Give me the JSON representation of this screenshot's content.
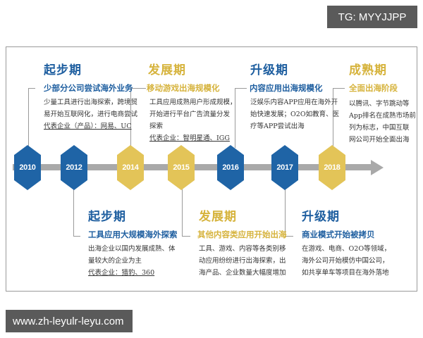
{
  "watermarks": {
    "top_right": "TG: MYYJJPP",
    "bottom_left": "www.zh-leyulr-leyu.com"
  },
  "colors": {
    "blue": "#1f64a6",
    "gold": "#e3c458",
    "timeline_bar": "#a9a9a9"
  },
  "timeline": {
    "years": [
      {
        "label": "2010",
        "color": "blue"
      },
      {
        "label": "2012",
        "color": "blue"
      },
      {
        "label": "2014",
        "color": "gold"
      },
      {
        "label": "2015",
        "color": "gold"
      },
      {
        "label": "2016",
        "color": "blue"
      },
      {
        "label": "2017",
        "color": "blue"
      },
      {
        "label": "2018",
        "color": "gold"
      }
    ]
  },
  "top_phases": [
    {
      "year": "2010",
      "title": "起步期",
      "subtitle": "少部分公司尝试海外业务",
      "lines": [
        "少量工具进行出海探索，跨境贸",
        "易开始互联网化，进行电商尝试"
      ],
      "representative": "代表企业（产品）：网易、UC"
    },
    {
      "year": "2014",
      "title": "发展期",
      "subtitle": "移动游戏出海规模化",
      "lines": [
        "工具应用成熟用户形成规模，",
        "开始进行平台广告流量分发",
        "探索"
      ],
      "representative": "代表企业：智明星通、IGG"
    },
    {
      "year": "2016",
      "title": "升级期",
      "subtitle": "内容应用出海规模化",
      "lines": [
        "泛娱乐内容APP应用在海外开",
        "始快速发展；O2O如教育、医",
        "疗等APP尝试出海"
      ],
      "representative": ""
    },
    {
      "year": "2018",
      "title": "成熟期",
      "subtitle": "全面出海阶段",
      "lines": [
        "以腾讯、字节跳动等",
        "App排名在成熟市场前",
        "列为标志，中国互联",
        "网公司开始全面出海"
      ],
      "representative": ""
    }
  ],
  "bottom_phases": [
    {
      "year": "2012",
      "title": "起步期",
      "subtitle": "工具应用大规模海外探索",
      "lines": [
        "出海企业以国内发展成熟、体",
        "量较大的企业为主"
      ],
      "representative": "代表企业：猎豹、360"
    },
    {
      "year": "2015",
      "title": "发展期",
      "subtitle": "其他内容类应用开始出海",
      "lines": [
        "工具、游戏、内容等各类别移",
        "动应用纷纷进行出海探索，出",
        "海产品、企业数量大幅度增加"
      ],
      "representative": ""
    },
    {
      "year": "2017",
      "title": "升级期",
      "subtitle": "商业模式开始被拷贝",
      "lines": [
        "在游戏、电商、O2O等领域，",
        "海外公司开始模仿中国公司，",
        "如共享单车等项目在海外落地"
      ],
      "representative": ""
    }
  ]
}
